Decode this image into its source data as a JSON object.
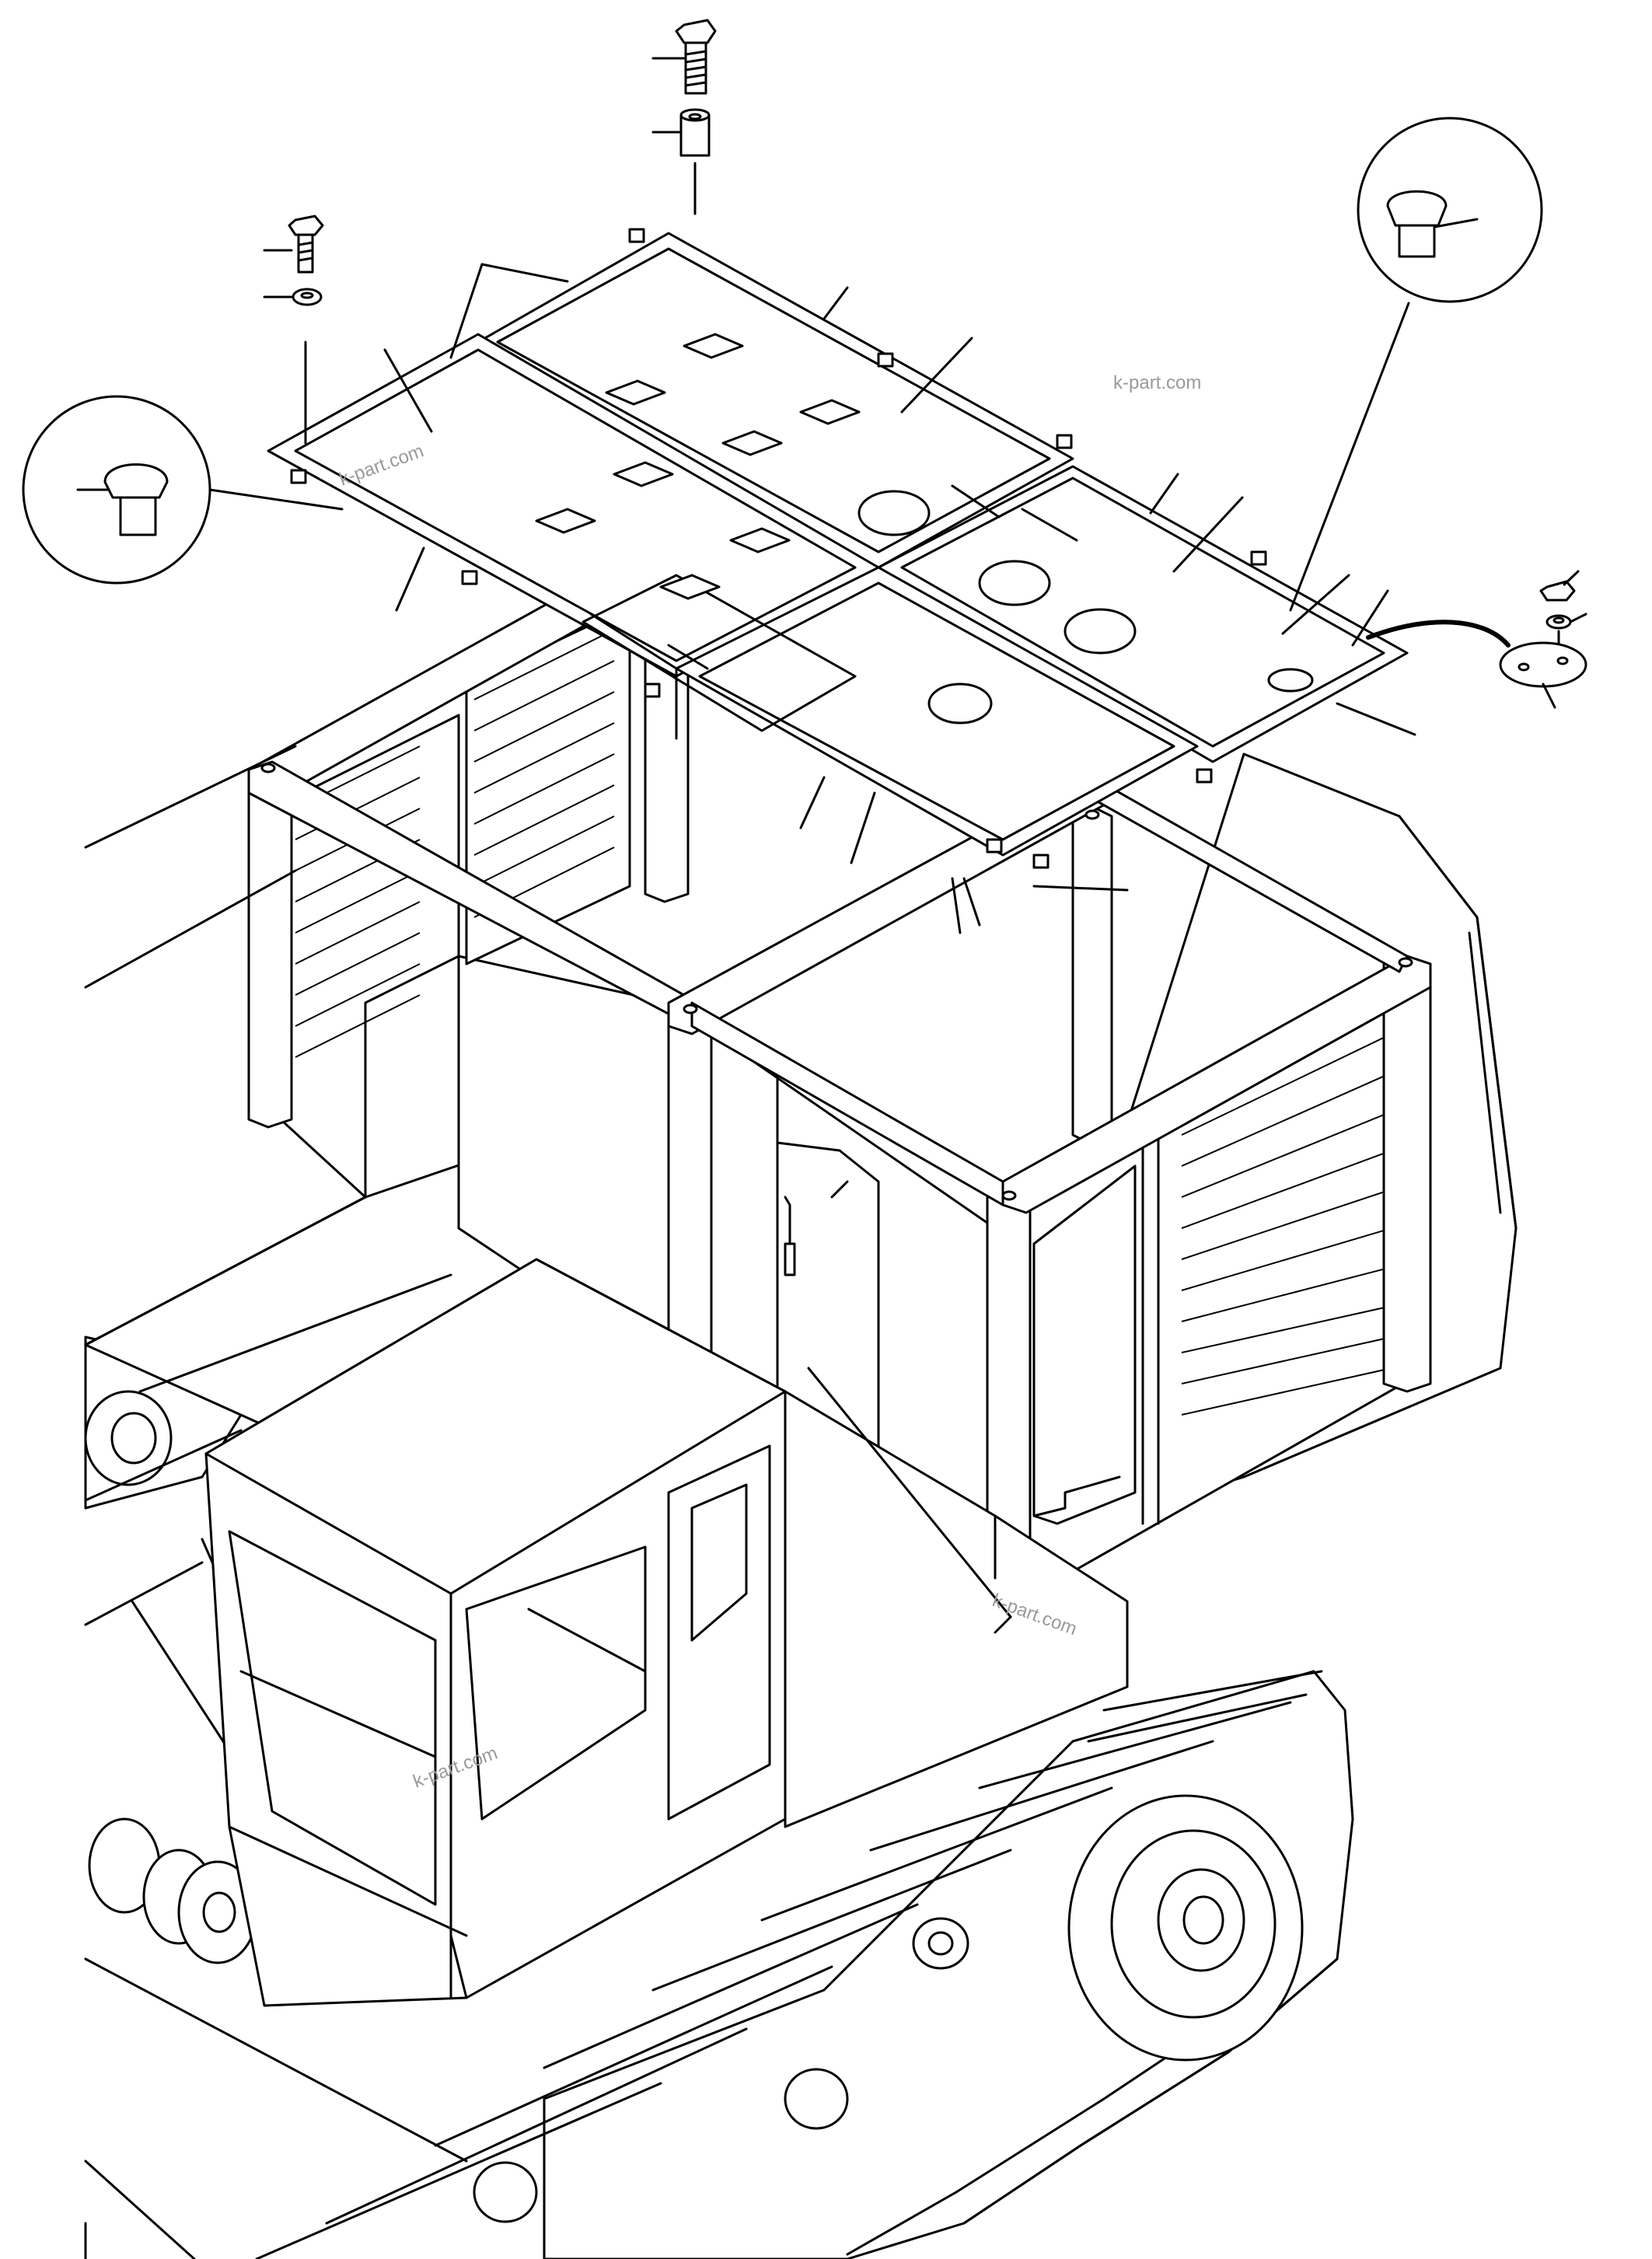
{
  "diagram": {
    "watermarks": [
      "k-part.com",
      "k-part.com",
      "k-part.com",
      "k-part.com"
    ],
    "colors": {
      "line": "#000000",
      "background": "#ffffff",
      "watermark": "#9a9a9a"
    }
  }
}
